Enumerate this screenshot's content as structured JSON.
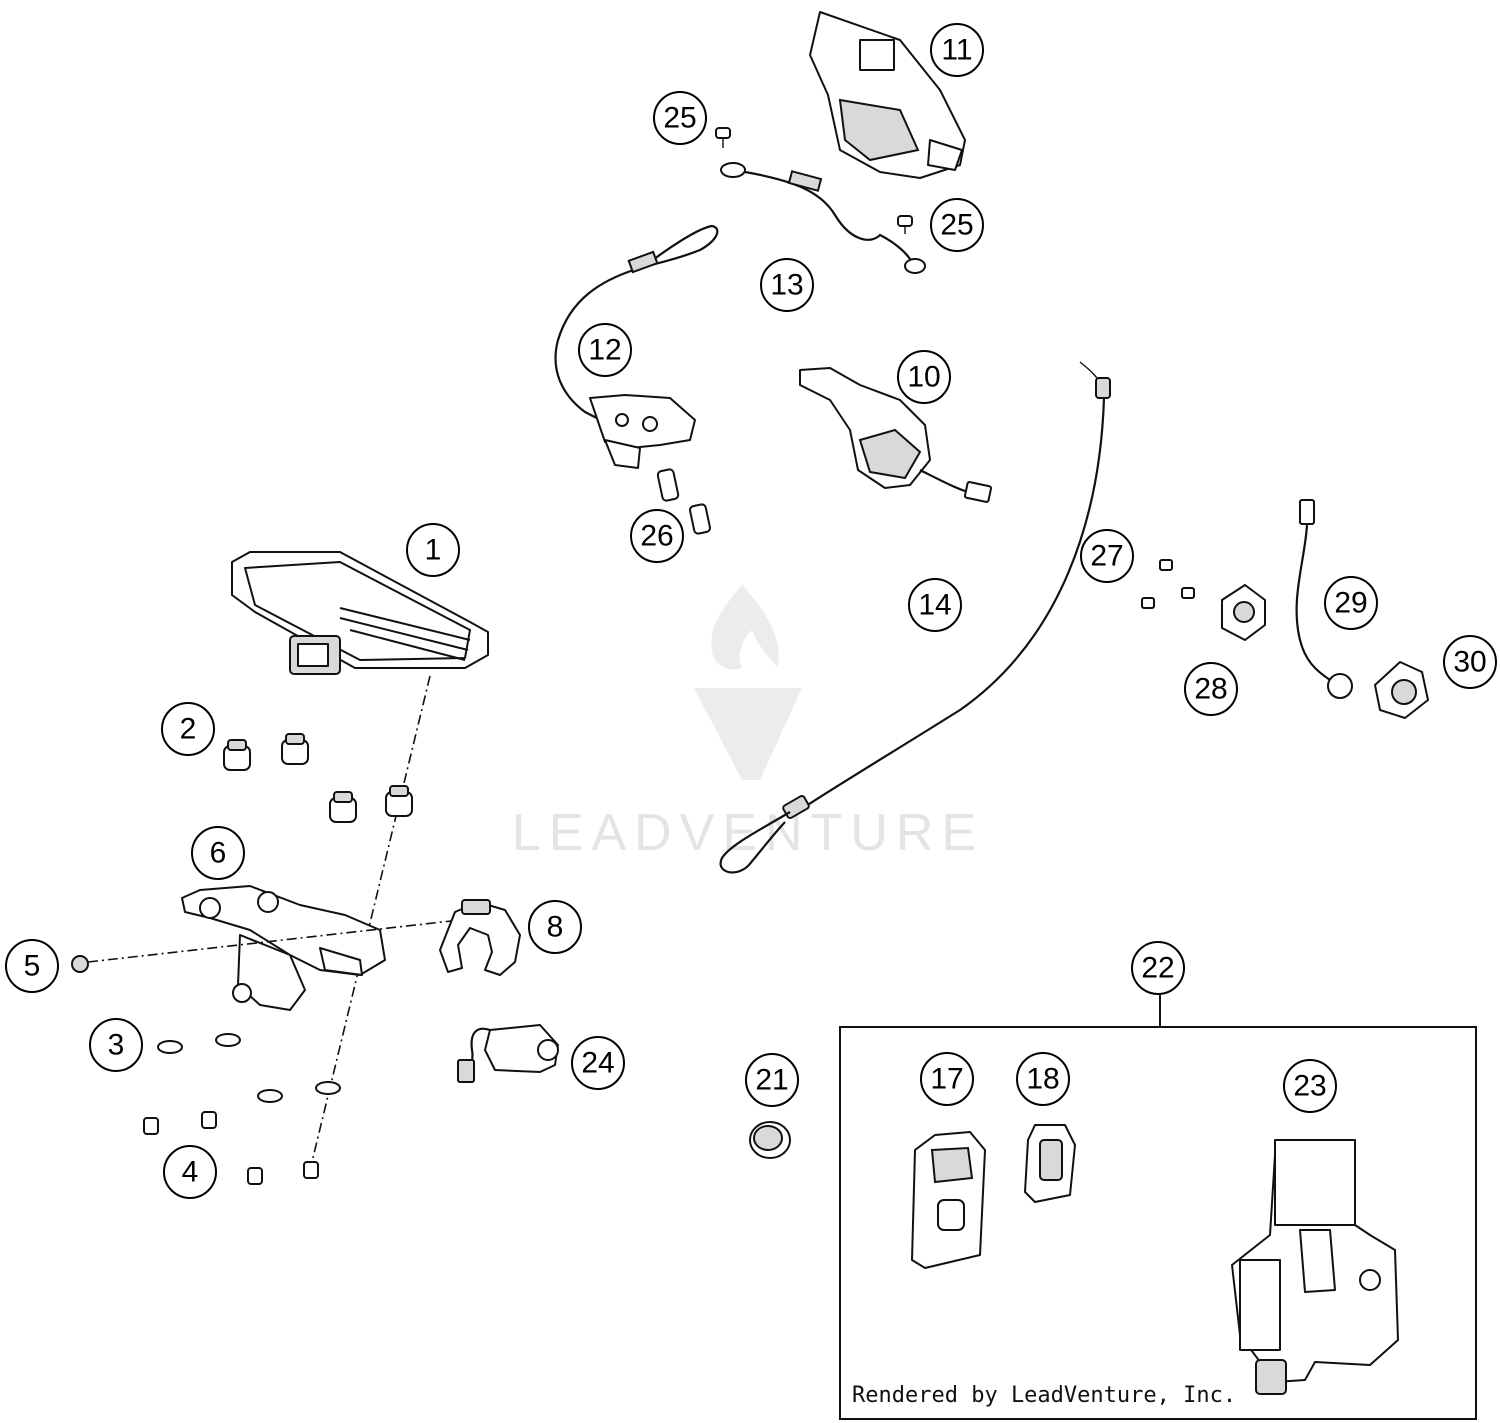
{
  "diagram": {
    "watermark_text": "LEADVENTURE",
    "credit_text": "Rendered by LeadVenture, Inc.",
    "callouts": [
      "1",
      "2",
      "3",
      "4",
      "5",
      "6",
      "8",
      "10",
      "11",
      "12",
      "13",
      "14",
      "17",
      "18",
      "21",
      "22",
      "23",
      "24",
      "25",
      "25",
      "26",
      "27",
      "28",
      "29",
      "30"
    ]
  }
}
